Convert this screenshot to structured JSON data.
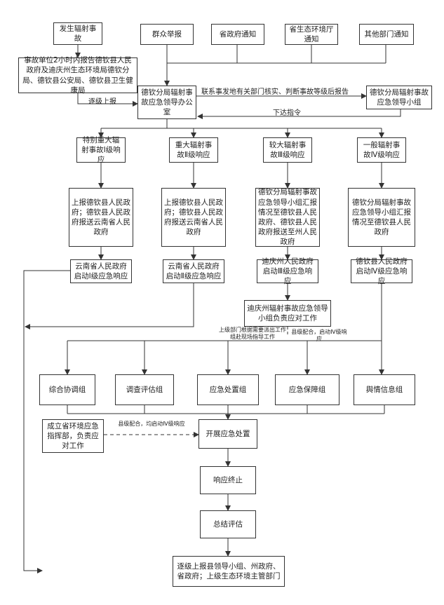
{
  "nodes": {
    "incident": "发生辐射事故",
    "report_unit": "事故单位2小时内报告德钦县人民政府及迪庆州生态环境局德钦分局、德钦县公安局、德钦县卫生健康局",
    "public_report": "群众举报",
    "provincial_gov": "省政府通知",
    "provincial_env": "省生态环境厅通知",
    "other_dept": "其他部门通知",
    "office": "德钦分局辐射事故应急领导办公室",
    "leading_group": "德钦分局辐射事故应急领导小组",
    "level1": "特别重大辐射事故Ⅰ级响应",
    "level2": "重大辐射事故Ⅱ级响应",
    "level3": "较大辐射事故Ⅲ级响应",
    "level4": "一般辐射事故Ⅳ级响应",
    "report1": "上报德钦县人民政府；德钦县人民政府报送云南省人民政府",
    "report2": "上报德钦县人民政府；德钦县人民政府报送云南省人民政府",
    "report3": "德钦分局辐射事故应急领导小组汇报情况至德钦县人民政府、德钦县人民政府报送至州人民政府",
    "report4": "德钦分局辐射事故应急领导小组汇报情况至德钦县人民政府",
    "start1": "云南省人民政府启动Ⅰ级应急响应",
    "start2": "云南省人民政府启动Ⅱ级应急响应",
    "start3": "迪庆州人民政府启动Ⅲ级应急响应",
    "start4": "德钦县人民政府启动Ⅳ级应急响应",
    "diqing_group": "迪庆州辐射事故应急领导小组负责应对工作",
    "coord": "综合协调组",
    "survey": "调查评估组",
    "disposal": "应急处置组",
    "guarantee": "应急保障组",
    "opinion": "舆情信息组",
    "provincial_cmd": "成立省环境应急指挥部，负责应对工作",
    "carry_out": "开展应急处置",
    "terminate": "响应终止",
    "summary": "总结评估",
    "final_report": "逐级上报县领导小组、州政府、省政府；上级生态环境主管部门"
  },
  "labels": {
    "escalate": "逐级上报",
    "contact": "联系事发地有关部门核实、判断事故等级后报告",
    "issue": "下达指令",
    "dispatch": "上级部门根据需要派出工作组赴现场指导工作",
    "county_coop": "县级配合，启动Ⅳ级响应",
    "county_coop2": "县级配合，均启动Ⅳ级响应"
  }
}
